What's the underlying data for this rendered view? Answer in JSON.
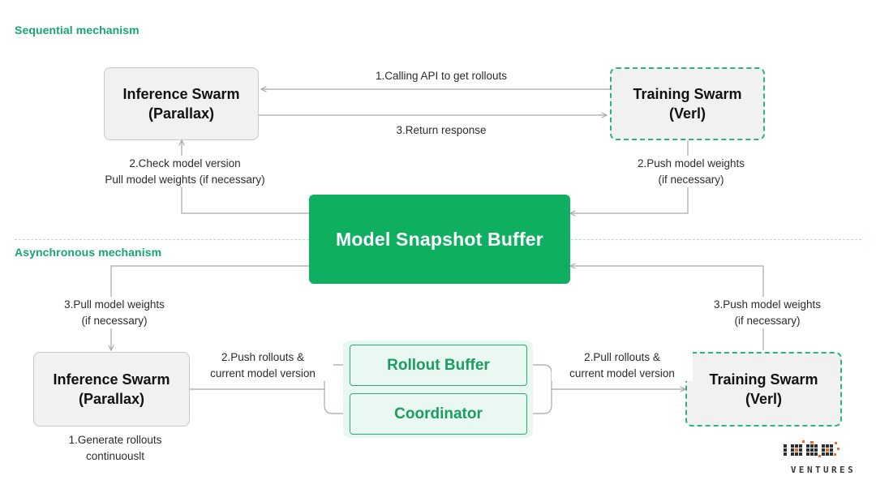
{
  "sections": {
    "sequential": {
      "title": "Sequential mechanism"
    },
    "asynchronous": {
      "title": "Asynchronous mechanism"
    }
  },
  "colors": {
    "accent_green": "#17a673",
    "buffer_green": "#0faf62",
    "node_green_border": "#27ae75",
    "node_gray_fill": "#f1f1f1",
    "node_gray_border": "#c9c9c9",
    "wire_gray": "#a8a8a8",
    "divider_green": "#a9ded0",
    "logo_orange": "#ef6a32",
    "logo_dark": "#2e2e2e"
  },
  "nodes": {
    "inference_top": {
      "line1": "Inference Swarm",
      "line2": "(Parallax)"
    },
    "training_top": {
      "line1": "Training Swarm",
      "line2": "(Verl)"
    },
    "buffer": {
      "label": "Model Snapshot Buffer"
    },
    "inference_bottom": {
      "line1": "Inference Swarm",
      "line2": "(Parallax)"
    },
    "training_bottom": {
      "line1": "Training Swarm",
      "line2": "(Verl)"
    },
    "rollout_buffer": {
      "label": "Rollout Buffer"
    },
    "coordinator": {
      "label": "Coordinator"
    }
  },
  "labels": {
    "calling_api": "1.Calling API to get rollouts",
    "return_response": "3.Return response",
    "check_model_version": "2.Check model version\nPull model weights (if necessary)",
    "push_model_weights_top": "2.Push model weights\n(if necessary)",
    "pull_model_weights_bottom": "3.Pull model weights\n(if necessary)",
    "push_model_weights_bottom": "3.Push model weights\n(if necessary)",
    "push_rollouts": "2.Push rollouts &\ncurrent model version",
    "pull_rollouts": "2.Pull rollouts &\ncurrent model version",
    "generate_rollouts": "1.Generate rollouts\ncontinuouslt"
  },
  "logo": {
    "brand": "IOSG",
    "tagline": "VENTURES"
  }
}
